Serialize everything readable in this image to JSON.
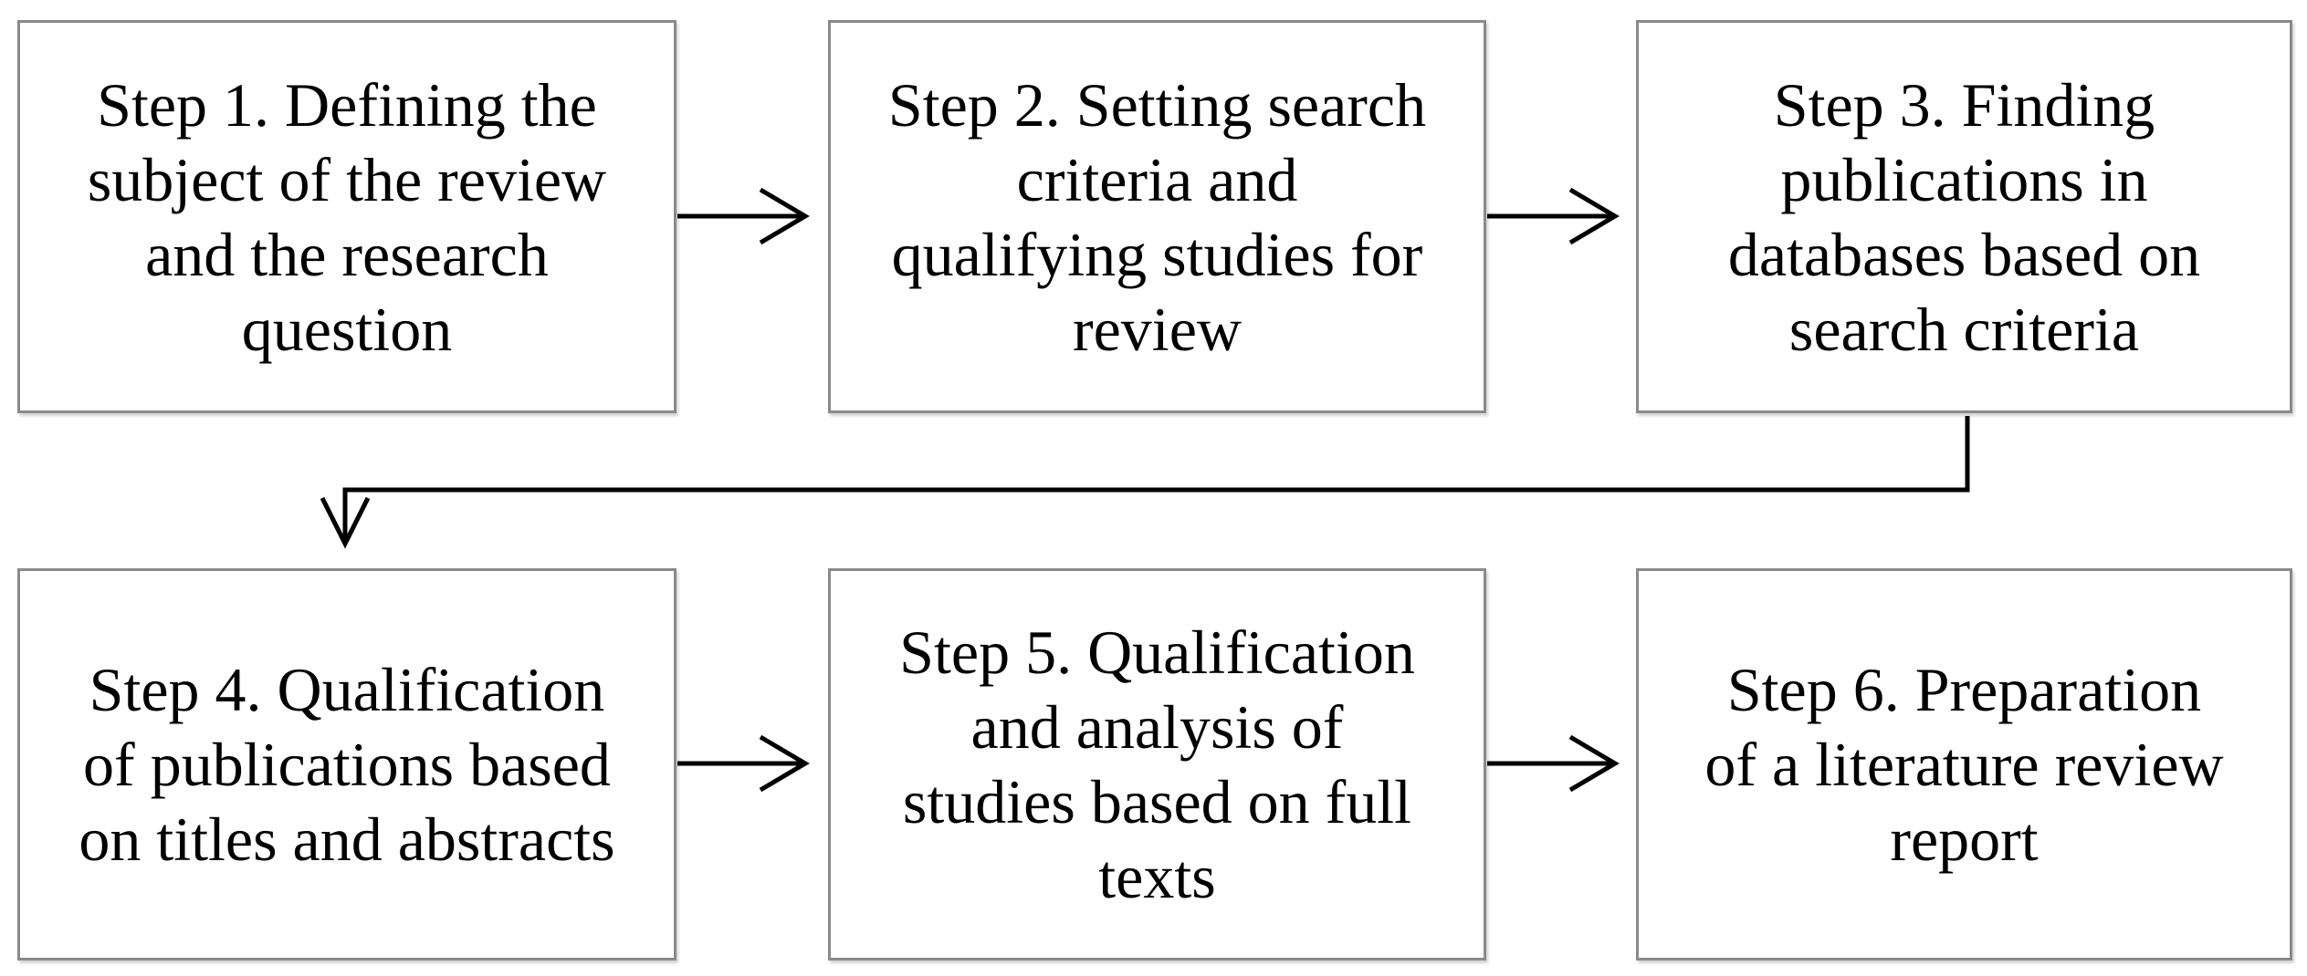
{
  "steps": [
    {
      "label": "Step 1. Defining the\nsubject of the review\nand the research\nquestion"
    },
    {
      "label": "Step 2. Setting search\ncriteria and\nqualifying studies for\nreview"
    },
    {
      "label": "Step 3. Finding\npublications in\ndatabases based on\nsearch criteria"
    },
    {
      "label": "Step 4. Qualification\nof publications based\non titles and abstracts"
    },
    {
      "label": "Step 5. Qualification\nand analysis of\nstudies based on full\ntexts"
    },
    {
      "label": "Step 6. Preparation\nof a literature review\nreport"
    }
  ],
  "colors": {
    "box_border": "#8a8a8a",
    "text": "#000000",
    "arrow": "#000000",
    "background": "#ffffff"
  }
}
